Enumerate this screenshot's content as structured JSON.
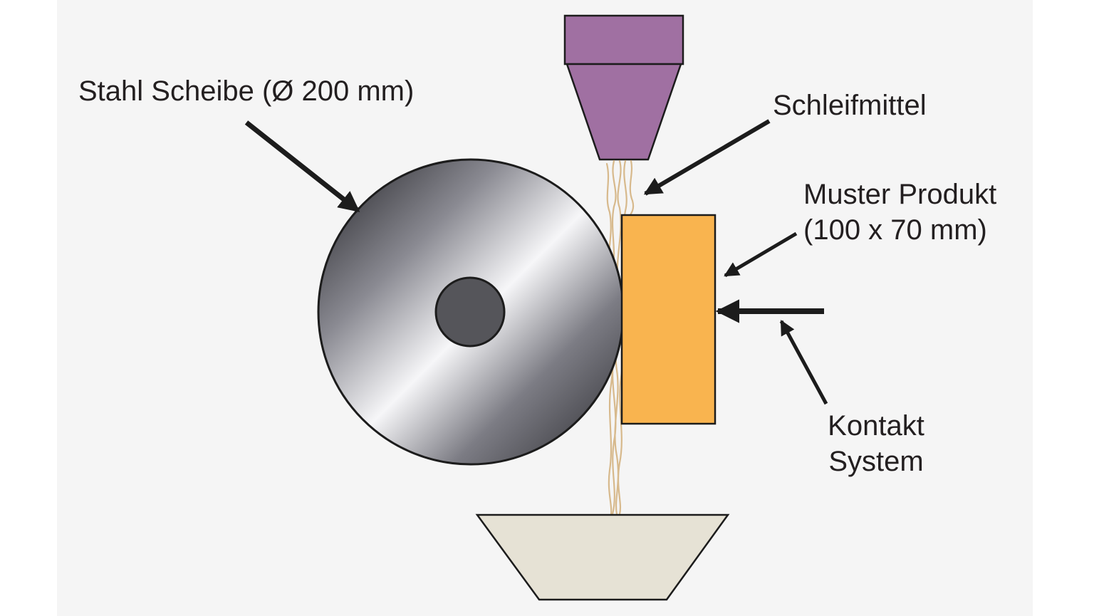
{
  "labels": {
    "disc": "Stahl Scheibe (Ø 200 mm)",
    "abrasive": "Schleifmittel",
    "sample_line1": "Muster Produkt",
    "sample_line2": "(100 x 70 mm)",
    "contact_line1": "Kontakt",
    "contact_line2": "System"
  },
  "colors": {
    "background": "#f5f5f5",
    "hopper": "#a070a2",
    "sample": "#f9b44f",
    "collector": "#e6e2d5",
    "hub": "#55555a",
    "outline": "#1c1c1c",
    "abrasive_stream": "#d7b98c",
    "text": "#231f20"
  }
}
